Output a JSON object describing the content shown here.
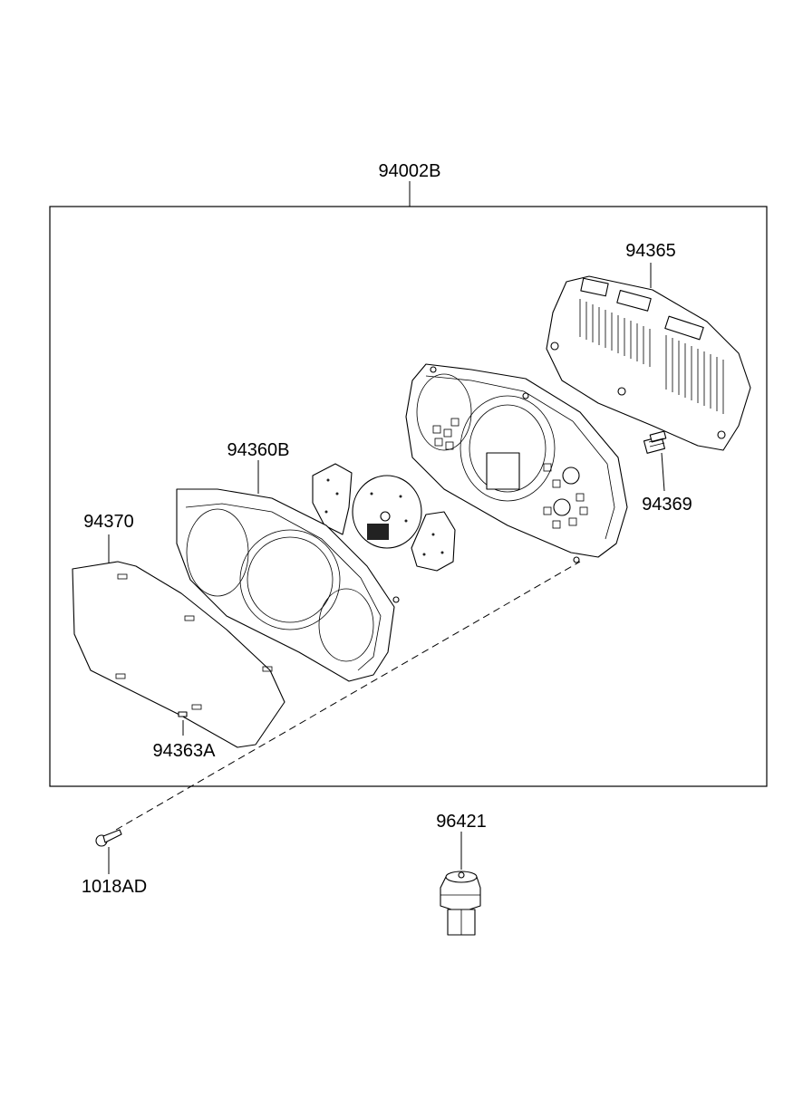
{
  "diagram": {
    "assembly_label": "94002B",
    "parts": [
      {
        "id": "rear-cover",
        "label": "94365"
      },
      {
        "id": "bulb-socket",
        "label": "94369"
      },
      {
        "id": "cluster-housing",
        "label": "94360B"
      },
      {
        "id": "window-glass",
        "label": "94370"
      },
      {
        "id": "glass-clip",
        "label": "94363A"
      },
      {
        "id": "screw",
        "label": "1018AD"
      },
      {
        "id": "speed-sensor",
        "label": "96421"
      }
    ]
  }
}
